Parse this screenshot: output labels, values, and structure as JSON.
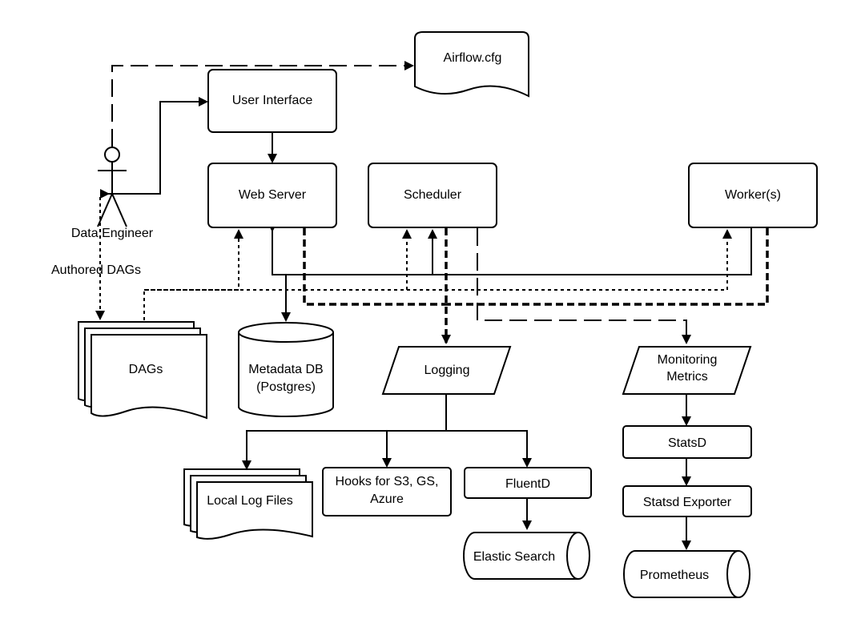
{
  "nodes": {
    "airflow_cfg": "Airflow.cfg",
    "user_interface": "User Interface",
    "data_engineer": "Data Engineer",
    "web_server": "Web Server",
    "scheduler": "Scheduler",
    "workers": "Worker(s)",
    "dags": "DAGs",
    "metadata_db_line1": "Metadata DB",
    "metadata_db_line2": "(Postgres)",
    "logging": "Logging",
    "monitoring_line1": "Monitoring",
    "monitoring_line2": "Metrics",
    "local_log_files": "Local Log Files",
    "hooks_line1": "Hooks for  S3, GS,",
    "hooks_line2": "Azure",
    "fluentd": "FluentD",
    "elastic_search": "Elastic Search",
    "statsd": "StatsD",
    "statsd_exporter": "Statsd Exporter",
    "prometheus": "Prometheus"
  },
  "edge_labels": {
    "authored_dags": "Authored DAGs"
  }
}
